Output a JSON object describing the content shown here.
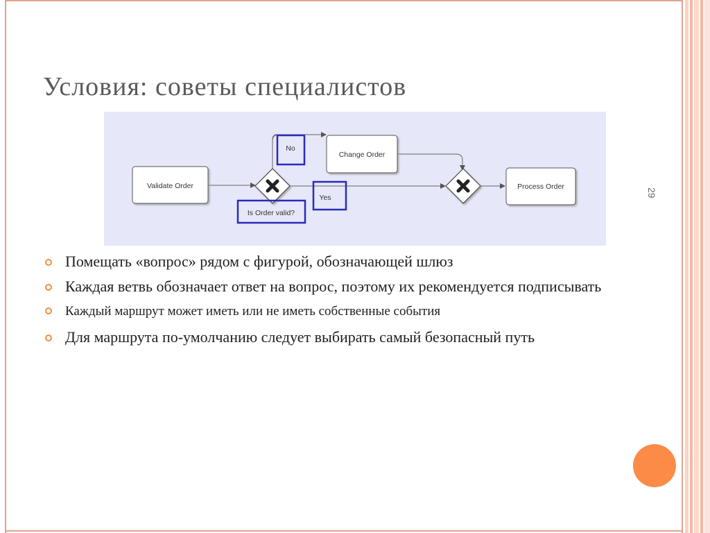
{
  "slide": {
    "title": "Условия: советы специалистов",
    "page_number": "29",
    "colors": {
      "frame": "#e2a28f",
      "accent": "#f58c3f",
      "diagram_background": "#e6e7f8",
      "highlight_border": "#2a2ab8"
    }
  },
  "diagram": {
    "tasks": {
      "validate": "Validate Order",
      "change": "Change Order",
      "process": "Process Order"
    },
    "labels": {
      "no": "No",
      "yes": "Yes",
      "question": "Is Order valid?"
    },
    "gateway_icon": "x-icon"
  },
  "bullets": [
    "Помещать «вопрос» рядом с фигурой, обозначающей шлюз",
    "Каждая ветвь обозначает ответ на вопрос, поэтому их рекомендуется подписывать",
    "Каждый маршрут может иметь или не иметь собственные события",
    "Для маршрута по-умолчанию следует выбирать самый безопасный путь"
  ]
}
